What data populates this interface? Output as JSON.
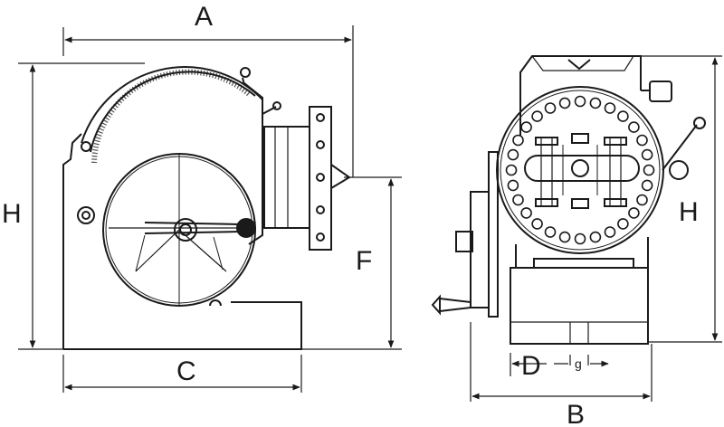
{
  "labels": {
    "A": "A",
    "B": "B",
    "C": "C",
    "D": "D",
    "F": "F",
    "H_left": "H",
    "H_right": "H",
    "g": "g"
  },
  "colors": {
    "line": "#1a1a1a",
    "background": "#ffffff"
  }
}
